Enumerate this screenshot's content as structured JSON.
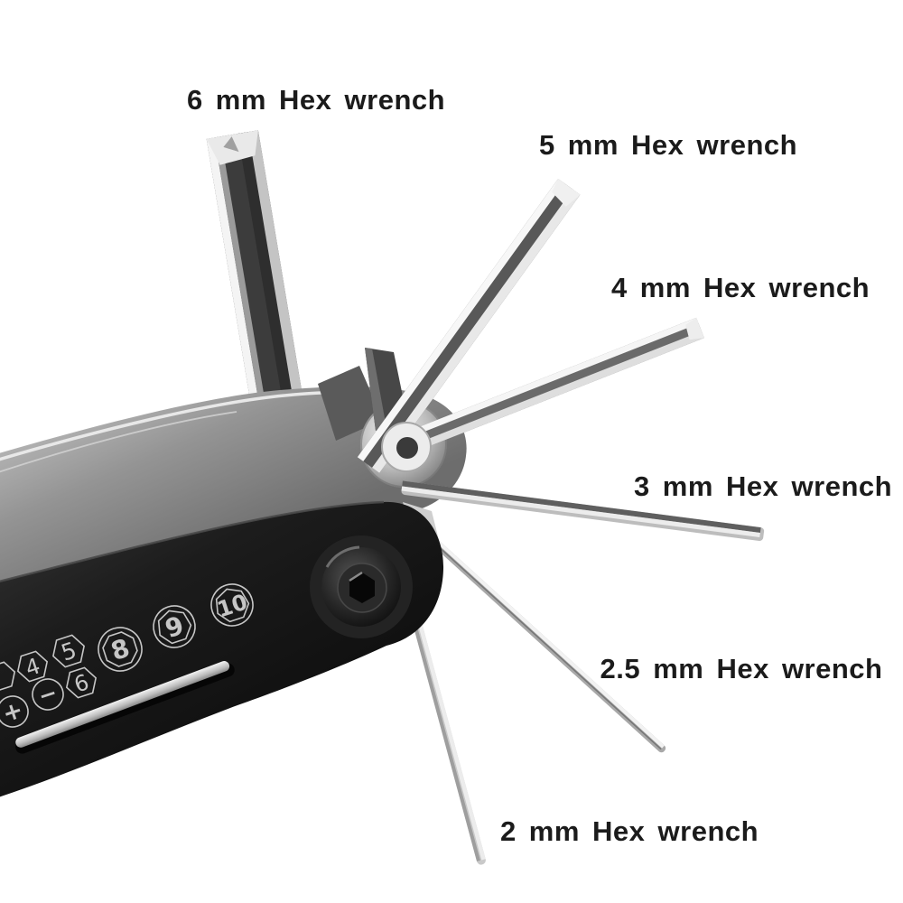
{
  "photo": {
    "subject": "folding multi hex wrench tool",
    "background_color": "#ffffff"
  },
  "callouts": [
    {
      "id": "label-6mm",
      "text": "6 mm Hex wrench"
    },
    {
      "id": "label-5mm",
      "text": "5 mm Hex wrench"
    },
    {
      "id": "label-4mm",
      "text": "4 mm Hex wrench"
    },
    {
      "id": "label-3mm",
      "text": "3 mm Hex wrench"
    },
    {
      "id": "label-2-5mm",
      "text": "2.5 mm Hex wrench"
    },
    {
      "id": "label-2mm",
      "text": "2 mm Hex wrench"
    }
  ],
  "handle_markings": {
    "plus": "+",
    "minus": "−",
    "size4": "4",
    "size5": "5",
    "size6": "6",
    "size8": "8",
    "size9": "9",
    "size10": "10"
  },
  "colors": {
    "label_text": "#1b1b1b",
    "handle_black": "#161616",
    "metal_arm_gray": "#8d8d8d",
    "rod_silver": "#e2e2e2",
    "rod_dark_facet": "#3c3c3c",
    "marking_engraving": "#c6c6c6"
  }
}
